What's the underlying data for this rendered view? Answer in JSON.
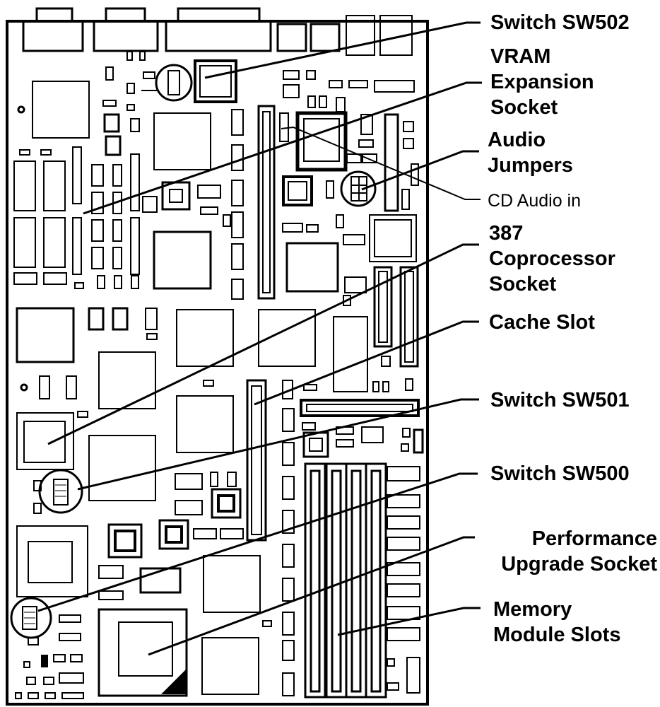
{
  "labels": {
    "sw502": "Switch SW502",
    "vram": [
      "VRAM",
      "Expansion",
      "Socket"
    ],
    "audio": [
      "Audio",
      "Jumpers"
    ],
    "cd": "CD Audio in",
    "coproc": [
      "387",
      "Coprocessor",
      "Socket"
    ],
    "cache": "Cache Slot",
    "sw501": "Switch SW501",
    "sw500": "Switch SW500",
    "perf": [
      "Performance",
      "Upgrade Socket"
    ],
    "memory": [
      "Memory",
      "Module Slots"
    ]
  },
  "colors": {
    "ink": "#000000",
    "paper": "#ffffff"
  }
}
